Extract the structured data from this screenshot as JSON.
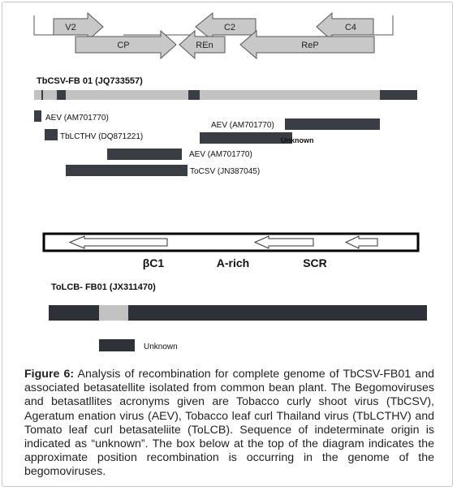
{
  "genome_map": {
    "genes": [
      "V2",
      "CP",
      "REn",
      "C2",
      "ReP",
      "C4"
    ]
  },
  "tbcsv": {
    "title": "TbCSV-FB 01 (JQ733557)",
    "fragments": [
      "AEV (AM701770)",
      "TbLCTHV  (DQ871221)",
      "AEV (AM701770)",
      "Unknown",
      "AEV (AM701770)",
      "ToCSV (JN387045)"
    ]
  },
  "region_box": {
    "labels": [
      "βC1",
      "A-rich",
      "SCR"
    ]
  },
  "tolcb": {
    "title": "ToLCB- FB01 (JX311470)",
    "unknown_label": "Unknown"
  },
  "caption": {
    "figure_label": "Figure 6:",
    "text": " Analysis of recombination for complete genome of TbCSV-FB01 and associated betasatellite isolated from common bean plant. The Begomoviruses and betasatllites acronyms given are Tobacco curly shoot virus (TbCSV), Ageratum enation virus (AEV), Tobacco leaf curl Thailand virus (TbLCTHV) and Tomato leaf curl betasateliite (ToLCB). Sequence of indeterminate origin is indicated as “unknown”. The box below at the top of the diagram indicates the approximate position recombination is occurring in the genome of the begomoviruses."
  },
  "colors": {
    "gene_fill": "#c8c8c8",
    "genome_bar": "#c2c2c2",
    "dark_segment": "#3a3e44"
  }
}
